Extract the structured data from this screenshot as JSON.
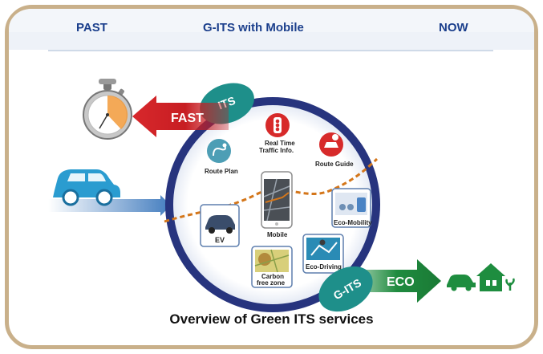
{
  "header": {
    "past": "PAST",
    "middle": "G-ITS with Mobile",
    "now": "NOW"
  },
  "arrows": {
    "fast": "FAST",
    "eco": "ECO"
  },
  "badges": {
    "its": "ITS",
    "g_its": "G-ITS"
  },
  "services": {
    "route_plan": "Route Plan",
    "real_time_line1": "Real Time",
    "real_time_line2": "Traffic Info.",
    "route_guide": "Route Guide",
    "mobile": "Mobile",
    "eco_mobility": "Eco-Mobility",
    "ev": "EV",
    "carbon_line1": "Carbon",
    "carbon_line2": "free zone",
    "eco_driving": "Eco-Driving"
  },
  "caption": "Overview of Green ITS services",
  "colors": {
    "frame": "#c9b08a",
    "header_text": "#1b3f8c",
    "ring": "#27347e",
    "teal": "#1e8f8a",
    "red": "#d2252b",
    "green": "#1e8d3f",
    "orange_path": "#d4761a",
    "car_blue": "#2a9cd0"
  }
}
